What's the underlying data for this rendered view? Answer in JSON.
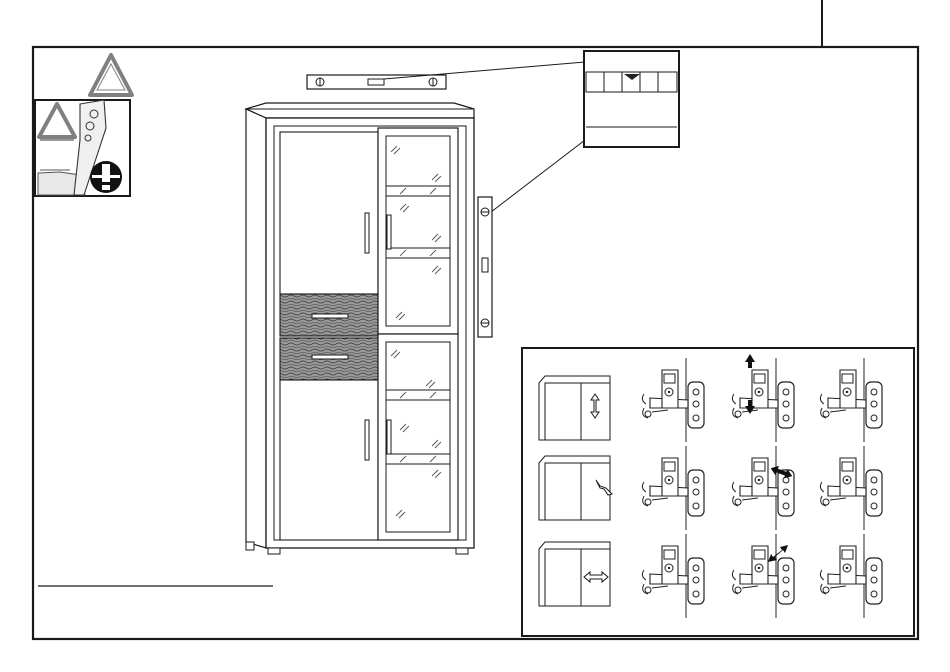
{
  "page": {
    "background": "#ffffff",
    "line_color": "#1a1a1a",
    "accent_gray": "#808080"
  },
  "warning": {
    "triangle_icon": "warning-triangle-icon",
    "exclamation_icon": "exclamation-circle-icon"
  },
  "cabinet": {
    "drawer_count": 2,
    "glass_door_sections": 6,
    "solid_doors": 2
  },
  "hinge_adjustment": {
    "rows": [
      {
        "cabinet_icon": "vertical-arrows-icon",
        "hinge_icons": [
          "hinge-adjust-left-icon",
          "hinge-adjust-vertical-icon",
          "hinge-adjust-right-icon"
        ]
      },
      {
        "cabinet_icon": "diagonal-arrows-icon",
        "hinge_icons": [
          "hinge-adjust-left-icon",
          "hinge-adjust-depth-icon",
          "hinge-adjust-right-icon"
        ]
      },
      {
        "cabinet_icon": "horizontal-arrows-icon",
        "hinge_icons": [
          "hinge-adjust-left-icon",
          "hinge-adjust-side-icon",
          "hinge-adjust-right-icon"
        ]
      }
    ]
  }
}
